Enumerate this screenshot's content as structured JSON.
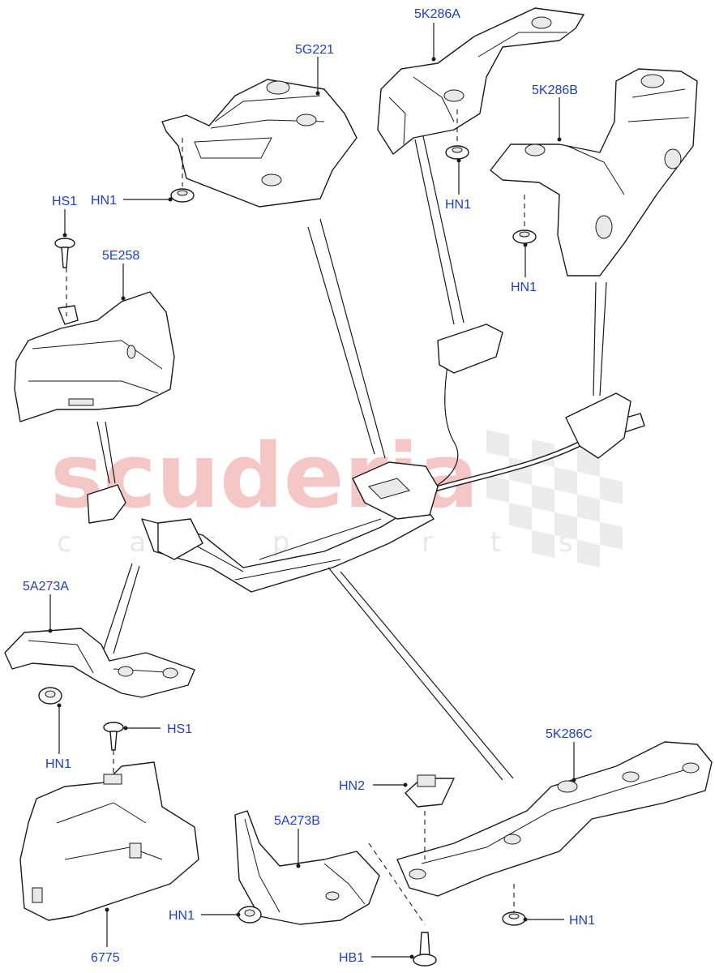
{
  "watermark": {
    "brand": "scuderia",
    "tagline": "c a r   p a r t s"
  },
  "callouts": {
    "p5k286a": "5K286A",
    "p5g221": "5G221",
    "p5k286b": "5K286B",
    "p5e258": "5E258",
    "p5a273a": "5A273A",
    "p5k286c": "5K286C",
    "p5a273b": "5A273B",
    "p6775": "6775",
    "hs1_top": "HS1",
    "hs1_mid": "HS1",
    "hn1_5g221": "HN1",
    "hn1_5k286a": "HN1",
    "hn1_5k286b": "HN1",
    "hn1_5a273a": "HN1",
    "hn1_5a273b": "HN1",
    "hn1_5k286c": "HN1",
    "hn2": "HN2",
    "hb1": "HB1"
  },
  "colors": {
    "label": "#1f3fbf",
    "line": "#1a1a1a",
    "watermark": "#f4c6c6"
  }
}
